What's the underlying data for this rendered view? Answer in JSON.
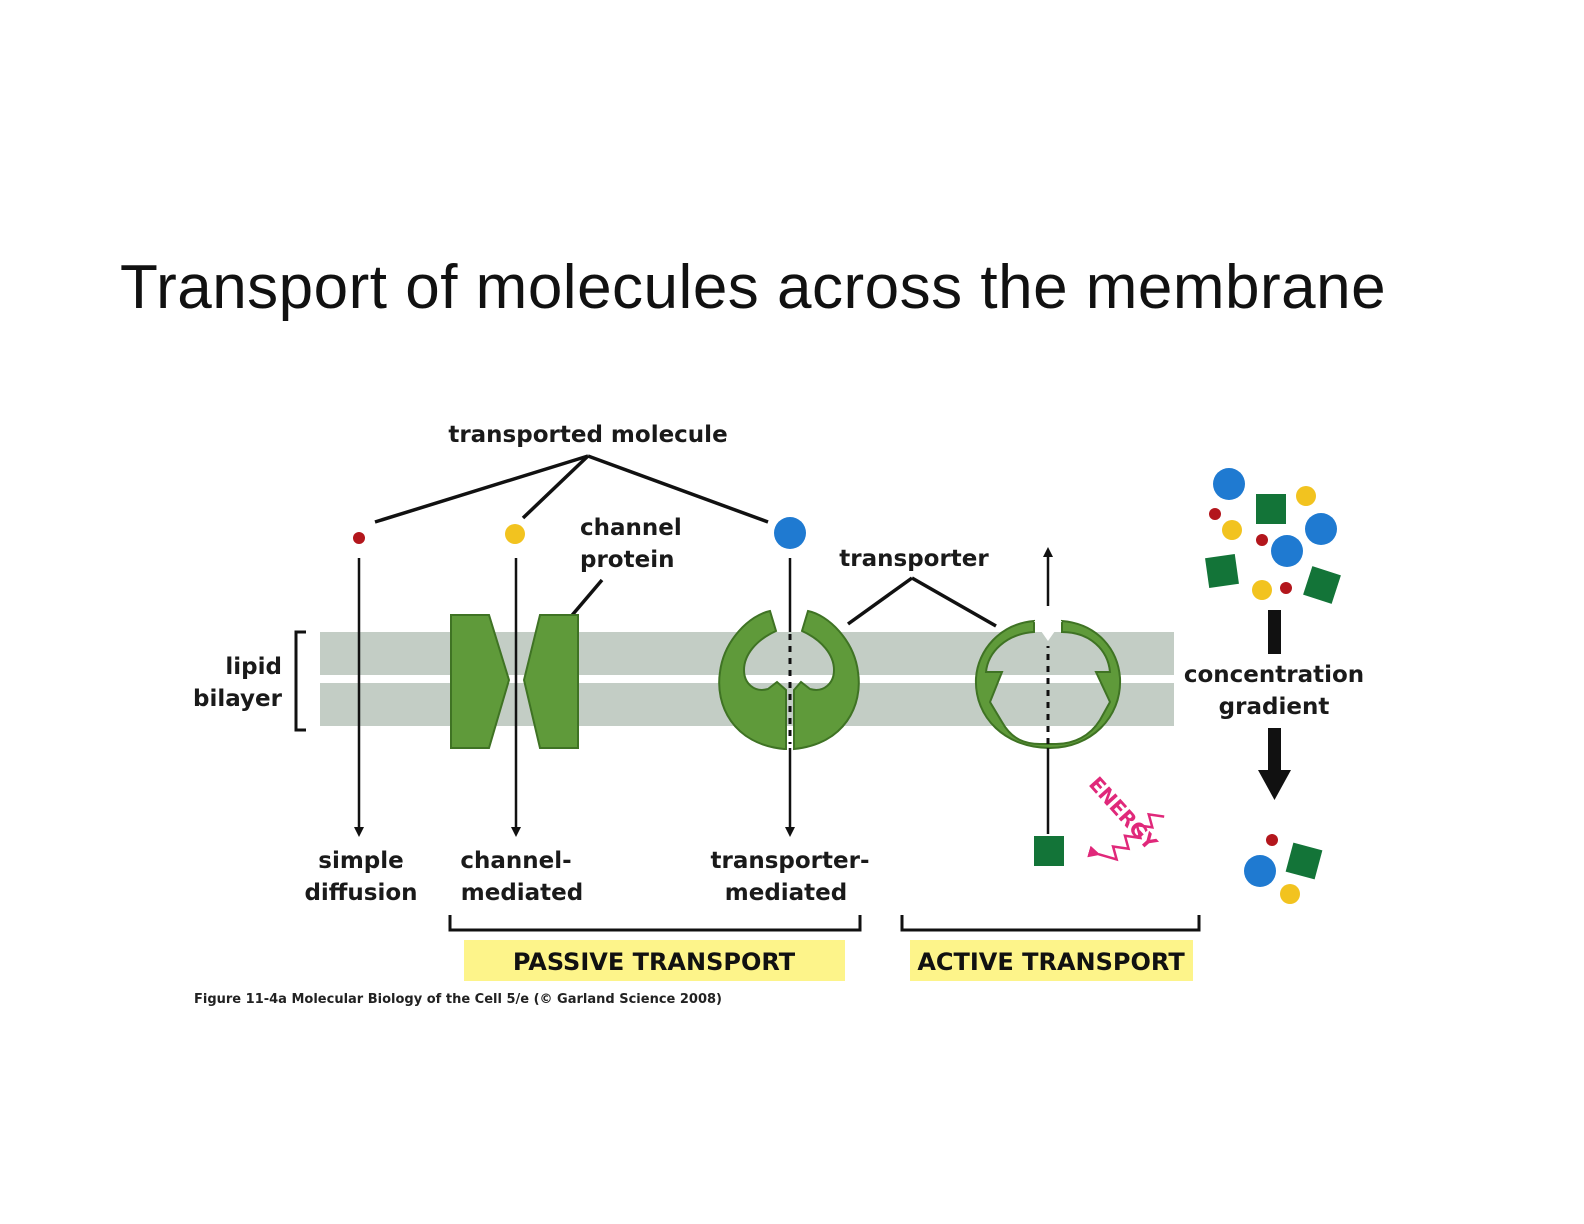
{
  "slide": {
    "title": "Transport of molecules across the membrane"
  },
  "figure": {
    "labels": {
      "transported_molecule": "transported molecule",
      "channel_protein_line1": "channel",
      "channel_protein_line2": "protein",
      "transporter": "transporter",
      "lipid_bilayer_line1": "lipid",
      "lipid_bilayer_line2": "bilayer",
      "concentration_gradient_line1": "concentration",
      "concentration_gradient_line2": "gradient",
      "simple_diffusion_line1": "simple",
      "simple_diffusion_line2": "diffusion",
      "channel_mediated_line1": "channel-",
      "channel_mediated_line2": "mediated",
      "transporter_mediated_line1": "transporter-",
      "transporter_mediated_line2": "mediated",
      "energy": "ENERGY"
    },
    "groups": {
      "passive": "PASSIVE TRANSPORT",
      "active": "ACTIVE TRANSPORT"
    },
    "caption": "Figure 11-4a  Molecular Biology of the Cell 5/e (© Garland Science 2008)",
    "colors": {
      "membrane": "#c3cdc5",
      "protein": "#5f9a3a",
      "protein_dark": "#3f7324",
      "small_molecule": "#b3161c",
      "medium_molecule": "#f2c31f",
      "large_molecule": "#1f7ad1",
      "square_molecule": "#137438",
      "energy": "#e0287a",
      "highlight_box": "#fdf48a"
    }
  }
}
